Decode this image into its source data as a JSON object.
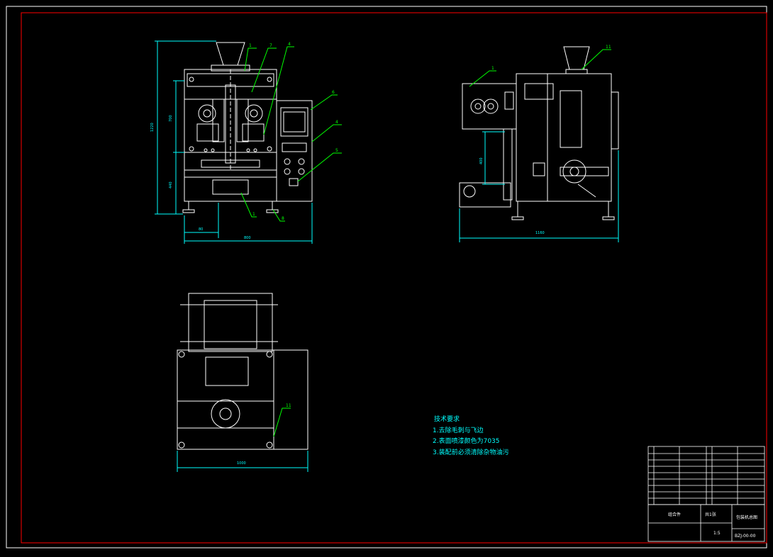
{
  "drawing": {
    "front_view": {
      "dim_overall_height": "1220",
      "dim_upper": "700",
      "dim_lower": "440",
      "dim_base_left": "80",
      "dim_base_right": "800",
      "balloons": [
        "1",
        "7",
        "4",
        "6",
        "4",
        "5",
        "1",
        "8"
      ]
    },
    "side_view": {
      "dim_width": "1160",
      "dim_mid": "400",
      "balloons": [
        "1",
        "11"
      ]
    },
    "top_view": {
      "dim_width": "1000",
      "balloons": [
        "11"
      ]
    },
    "notes": {
      "heading": "技术要求",
      "lines": [
        "1.去除毛刺与飞边",
        "2.表面喷漆颜色为7035",
        "3.装配前必须清除杂物油污"
      ]
    },
    "title_block": {
      "part_title": "包装机总图",
      "drawing_number": "BZJ-00-00",
      "material": "组合件",
      "scale": "1:5",
      "sheet": "共1张"
    },
    "colors": {
      "background": "#000000",
      "frame_outer": "#ffffff",
      "frame_inner": "#ff0000",
      "geometry": "#ffffff",
      "dimension": "#00ffff",
      "leader": "#00ff00",
      "note_text": "#00ffff"
    }
  }
}
